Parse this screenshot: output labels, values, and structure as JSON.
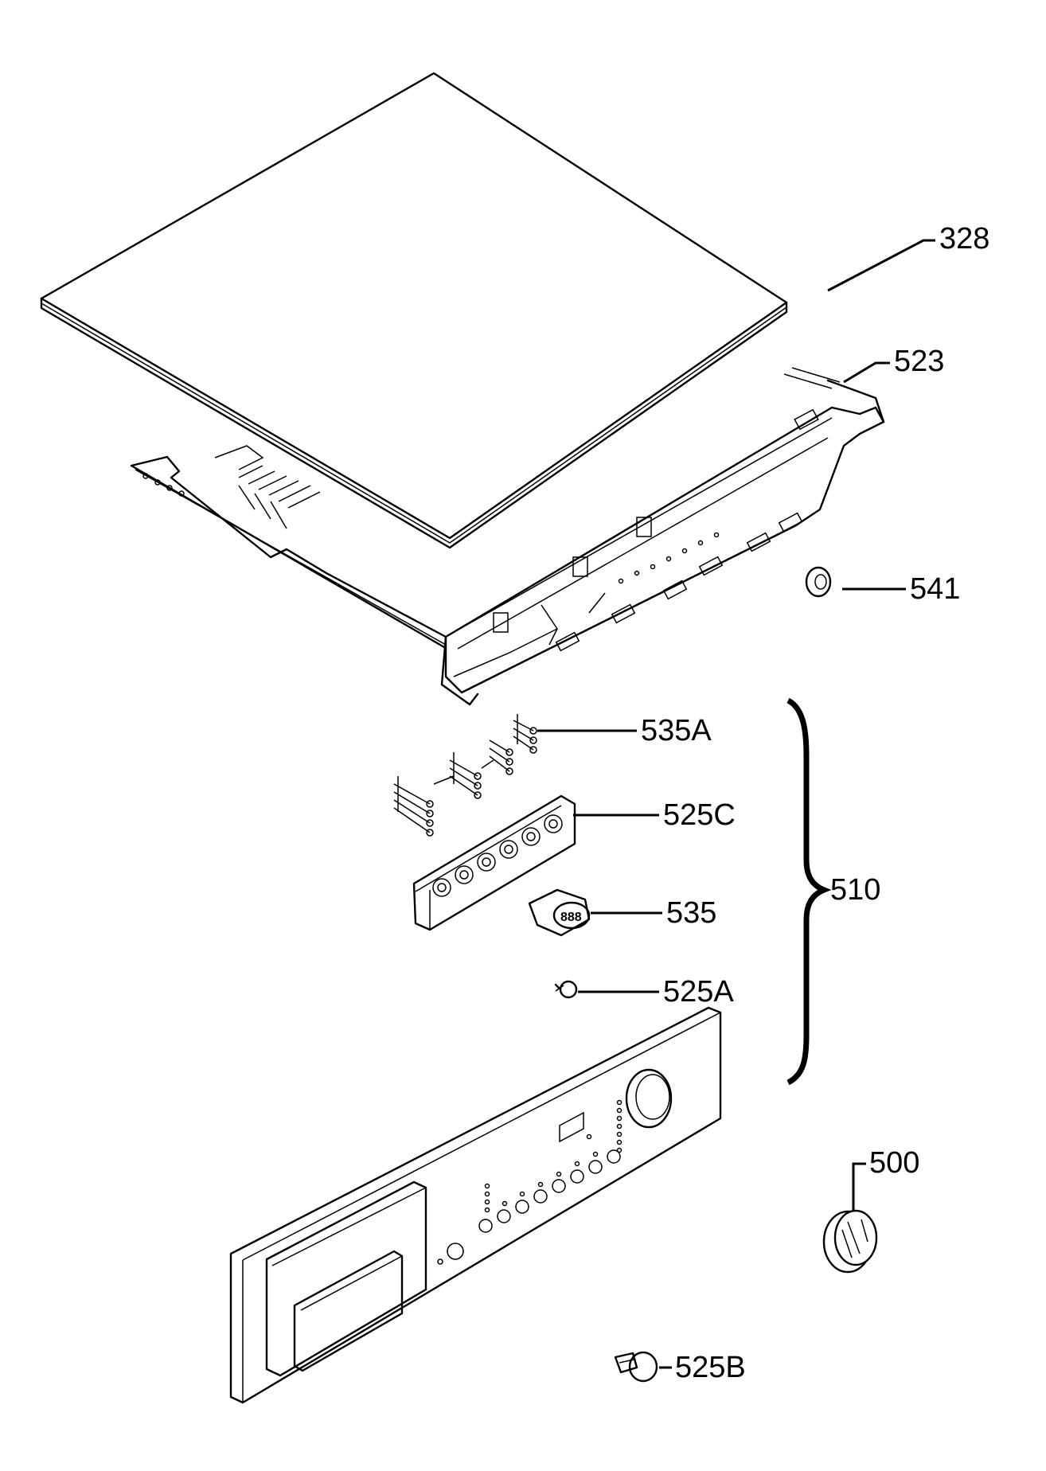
{
  "labels": {
    "p328": "328",
    "p523": "523",
    "p541": "541",
    "p535A": "535A",
    "p525C": "525C",
    "p510": "510",
    "p535": "535",
    "p525A": "525A",
    "p500": "500",
    "p525B": "525B"
  },
  "display_glyph": "888"
}
